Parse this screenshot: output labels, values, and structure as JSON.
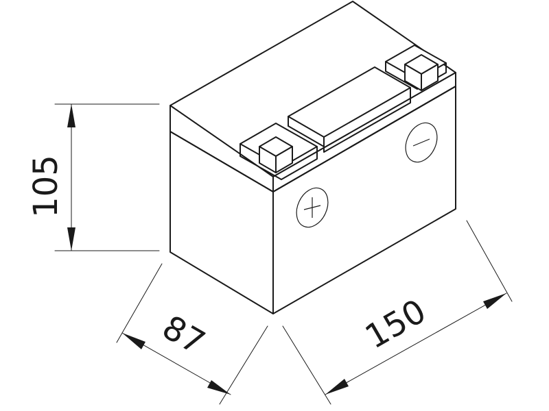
{
  "diagram": {
    "dimensions": {
      "height": "105",
      "depth": "87",
      "width": "150"
    },
    "terminals": {
      "positive_symbol": "+",
      "negative_symbol": "−"
    },
    "line_color": "#1a1a1a",
    "background": "#ffffff"
  }
}
